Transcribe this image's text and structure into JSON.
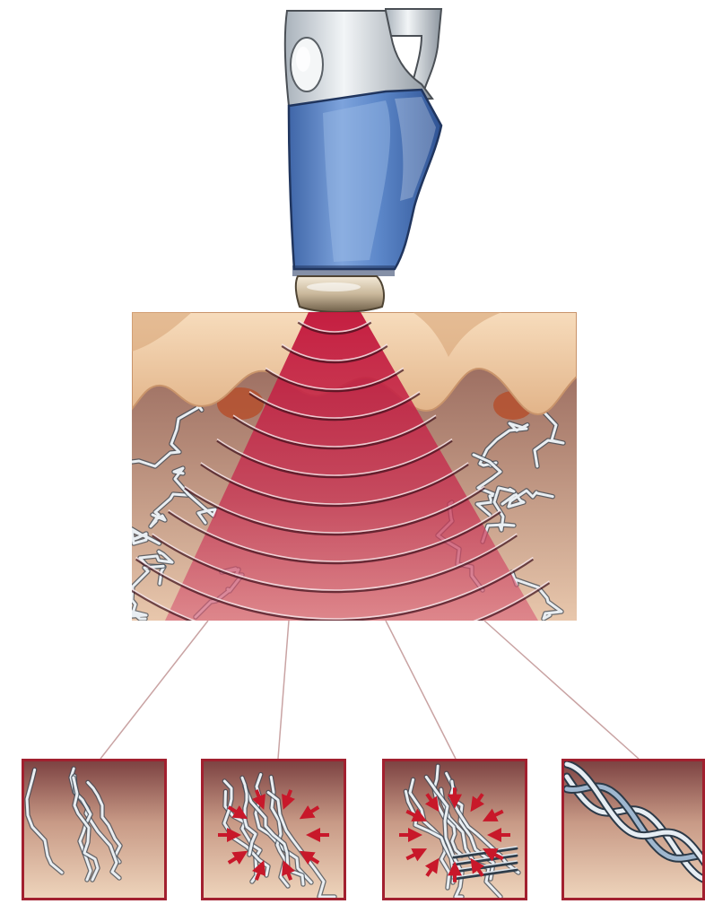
{
  "illustration": {
    "device": {
      "icon": "handheld-applicator-icon"
    },
    "skin_block": {
      "icon": "skin-cross-section-icon"
    },
    "beam": {
      "icon": "energy-cone-icon",
      "ring_count": 12
    },
    "stages": [
      {
        "icon": "loose-collagen-strands-icon",
        "arrows": 0
      },
      {
        "icon": "heated-collagen-strands-icon",
        "arrows": 10
      },
      {
        "icon": "contracting-collagen-strands-icon",
        "arrows": 12
      },
      {
        "icon": "triple-helix-collagen-icon",
        "arrows": 0
      }
    ],
    "colors": {
      "handle_blue": "#5b86c8",
      "handle_silver": "#d7dde2",
      "tip_gold": "#c9b79a",
      "skin_tan": "#efc9a0",
      "dermis_brown": "#b07f6c",
      "beam_red": "#b31c3c",
      "frame_red": "#a2202f",
      "fiber_white": "#e9eef2",
      "connector_line": "#c9a3a3"
    }
  }
}
